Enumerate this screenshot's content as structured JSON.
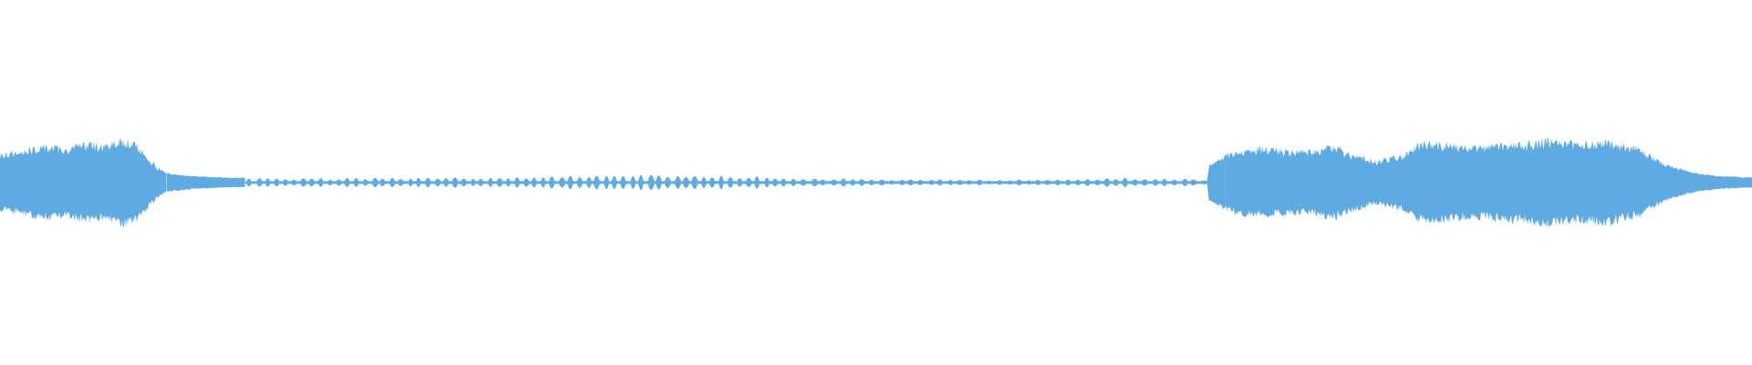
{
  "waveform": {
    "color": "#5dabe2",
    "background": "#ffffff",
    "segments": [
      {
        "kind": "envelope",
        "from": 0.0,
        "to": 0.095,
        "profile": [
          [
            0.0,
            0.42
          ],
          [
            0.01,
            0.46
          ],
          [
            0.02,
            0.52
          ],
          [
            0.03,
            0.55
          ],
          [
            0.038,
            0.5
          ],
          [
            0.045,
            0.56
          ],
          [
            0.052,
            0.58
          ],
          [
            0.06,
            0.54
          ],
          [
            0.066,
            0.62
          ],
          [
            0.072,
            0.64
          ],
          [
            0.078,
            0.56
          ],
          [
            0.085,
            0.36
          ],
          [
            0.09,
            0.22
          ],
          [
            0.095,
            0.14
          ]
        ],
        "jitter": 0.14
      },
      {
        "kind": "envelope",
        "from": 0.095,
        "to": 0.14,
        "profile": [
          [
            0.095,
            0.14
          ],
          [
            0.11,
            0.1
          ],
          [
            0.125,
            0.08
          ],
          [
            0.14,
            0.07
          ]
        ],
        "jitter": 0.1
      },
      {
        "kind": "blips",
        "from": 0.14,
        "to": 0.445,
        "pulses": 60,
        "profile": [
          [
            0.14,
            0.07
          ],
          [
            0.25,
            0.09
          ],
          [
            0.3,
            0.1
          ],
          [
            0.36,
            0.13
          ],
          [
            0.39,
            0.12
          ],
          [
            0.43,
            0.11
          ],
          [
            0.445,
            0.08
          ]
        ]
      },
      {
        "kind": "blips",
        "from": 0.445,
        "to": 0.69,
        "pulses": 44,
        "profile": [
          [
            0.445,
            0.08
          ],
          [
            0.5,
            0.06
          ],
          [
            0.56,
            0.05
          ],
          [
            0.6,
            0.06
          ],
          [
            0.64,
            0.08
          ],
          [
            0.67,
            0.07
          ],
          [
            0.69,
            0.05
          ]
        ]
      },
      {
        "kind": "envelope",
        "from": 0.689,
        "to": 0.7,
        "profile": [
          [
            0.689,
            0.03
          ],
          [
            0.69,
            0.26
          ],
          [
            0.7,
            0.42
          ]
        ],
        "jitter": 0.1
      },
      {
        "kind": "envelope",
        "from": 0.7,
        "to": 0.95,
        "profile": [
          [
            0.7,
            0.44
          ],
          [
            0.72,
            0.52
          ],
          [
            0.735,
            0.48
          ],
          [
            0.75,
            0.46
          ],
          [
            0.76,
            0.56
          ],
          [
            0.77,
            0.44
          ],
          [
            0.785,
            0.32
          ],
          [
            0.8,
            0.4
          ],
          [
            0.812,
            0.6
          ],
          [
            0.825,
            0.58
          ],
          [
            0.84,
            0.52
          ],
          [
            0.855,
            0.56
          ],
          [
            0.87,
            0.58
          ],
          [
            0.885,
            0.64
          ],
          [
            0.9,
            0.58
          ],
          [
            0.915,
            0.62
          ],
          [
            0.935,
            0.52
          ],
          [
            0.945,
            0.36
          ],
          [
            0.95,
            0.28
          ]
        ],
        "jitter": 0.14
      },
      {
        "kind": "envelope",
        "from": 0.95,
        "to": 1.0,
        "profile": [
          [
            0.95,
            0.28
          ],
          [
            0.965,
            0.16
          ],
          [
            0.98,
            0.1
          ],
          [
            1.0,
            0.08
          ]
        ],
        "jitter": 0.1
      }
    ]
  }
}
